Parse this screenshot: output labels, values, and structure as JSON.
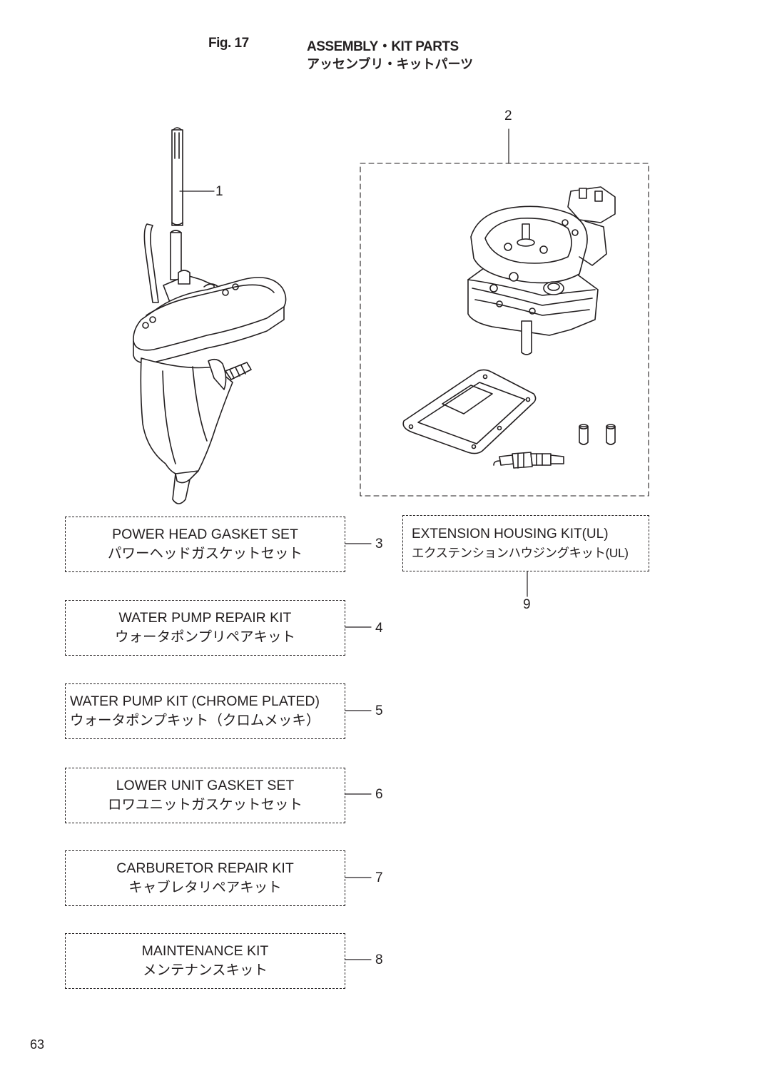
{
  "header": {
    "fig_number": "Fig. 17",
    "title_en": "ASSEMBLY・KIT PARTS",
    "title_ja": "アッセンブリ・キットパーツ"
  },
  "callouts": {
    "c1": "1",
    "c2": "2",
    "c3": "3",
    "c4": "4",
    "c5": "5",
    "c6": "6",
    "c7": "7",
    "c8": "8",
    "c9": "9"
  },
  "kits": [
    {
      "ref": "3",
      "en": "POWER HEAD GASKET SET",
      "ja": "パワーヘッドガスケットセット"
    },
    {
      "ref": "4",
      "en": "WATER PUMP REPAIR KIT",
      "ja": "ウォータポンプリペアキット"
    },
    {
      "ref": "5",
      "en": "WATER PUMP KIT (CHROME PLATED)",
      "ja": "ウォータポンプキット（クロムメッキ）"
    },
    {
      "ref": "6",
      "en": "LOWER UNIT GASKET SET",
      "ja": "ロワユニットガスケットセット"
    },
    {
      "ref": "7",
      "en": "CARBURETOR REPAIR KIT",
      "ja": "キャブレタリペアキット"
    },
    {
      "ref": "8",
      "en": "MAINTENANCE KIT",
      "ja": "メンテナンスキット"
    }
  ],
  "kit9": {
    "ref": "9",
    "en": "EXTENSION HOUSING KIT(UL)",
    "ja": "エクステンションハウジングキット(UL)"
  },
  "page_number": "63"
}
